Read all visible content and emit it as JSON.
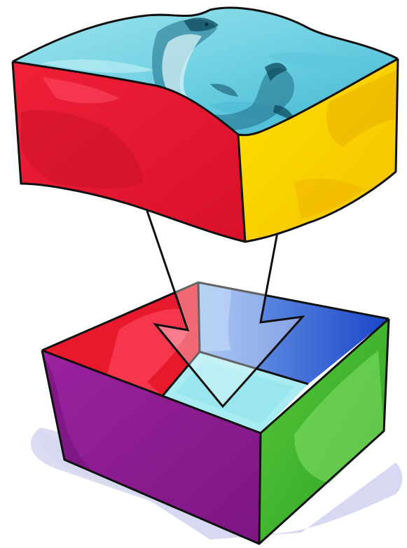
{
  "illustration": {
    "upper_block": {
      "depicts": "water-surface-with-fish",
      "top_face_color": "#7fd6e6",
      "front_face_color": "#e8192c",
      "side_face_color": "#ffd400"
    },
    "lower_box": {
      "state": "open-empty",
      "front_face_color": "#8e1a8f",
      "side_face_color": "#3db72d",
      "inner_left_wall_color": "#e8192c",
      "inner_back_wall_color": "#3a78d8",
      "inner_floor_color": "#a8ecf2",
      "shadow_color": "#cfd2ee"
    },
    "arrow": {
      "direction": "down",
      "meaning": "block-fits-into-box"
    },
    "outline_color": "#111111"
  }
}
